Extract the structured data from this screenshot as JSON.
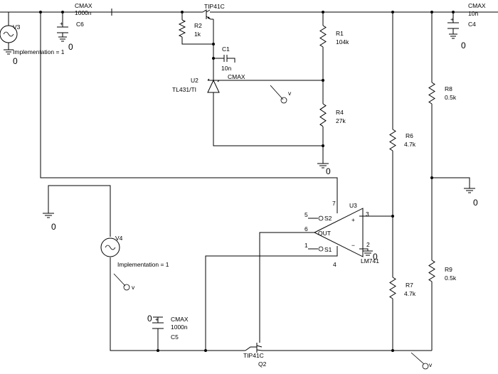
{
  "components": {
    "v3": {
      "ref": "V3",
      "note": "Implementation = 1"
    },
    "c6": {
      "value": "CMAX",
      "value2": "1000n",
      "ref": "C6"
    },
    "q_top": {
      "model": "TIP41C"
    },
    "r2": {
      "ref": "R2",
      "value": "1k"
    },
    "c1": {
      "ref": "C1",
      "value": "10n",
      "value2": "CMAX"
    },
    "u2": {
      "ref": "U2",
      "model": "TL431/TI"
    },
    "r1": {
      "ref": "R1",
      "value": "104k"
    },
    "r4": {
      "ref": "R4",
      "value": "27k"
    },
    "c4": {
      "value": "CMAX",
      "value2": "10n",
      "ref": "C4"
    },
    "r8": {
      "ref": "R8",
      "value": "0.5k"
    },
    "r6": {
      "ref": "R6",
      "value": "4.7k"
    },
    "r7": {
      "ref": "R7",
      "value": "4.7k"
    },
    "r9": {
      "ref": "R9",
      "value": "0.5k"
    },
    "u3": {
      "ref": "U3",
      "model": "LM741",
      "pin7": "7",
      "pin4": "4",
      "pin3": "3",
      "pin2": "2",
      "pin6": "6",
      "pin5": "5",
      "pin1": "1",
      "s2": "S2",
      "s1": "S1",
      "out": "OUT"
    },
    "v4": {
      "ref": "V4",
      "note": "Implementation = 1"
    },
    "c5": {
      "value": "CMAX",
      "value2": "1000n",
      "ref": "C5"
    },
    "q2": {
      "model": "TIP41C",
      "ref": "Q2"
    }
  },
  "grounds": {
    "label": "0"
  },
  "probes": {
    "label": "v"
  }
}
